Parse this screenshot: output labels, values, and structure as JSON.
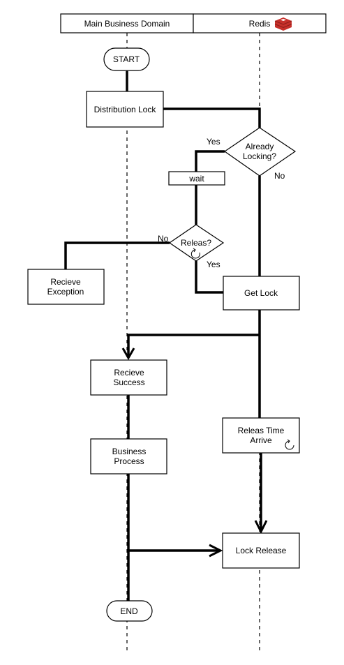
{
  "lanes": {
    "main": "Main Business Domain",
    "redis": "Redis",
    "redis_logo": "redis-logo-icon"
  },
  "nodes": {
    "start": "START",
    "distribution_lock": "Distribution Lock",
    "already_locking_l1": "Already",
    "already_locking_l2": "Locking?",
    "wait": "wait",
    "releas_q": "Releas?",
    "recieve_exception_l1": "Recieve",
    "recieve_exception_l2": "Exception",
    "get_lock": "Get Lock",
    "recieve_success_l1": "Recieve",
    "recieve_success_l2": "Success",
    "business_process_l1": "Business",
    "business_process_l2": "Process",
    "releas_time_l1": "Releas Time",
    "releas_time_l2": "Arrive",
    "lock_release": "Lock Release",
    "end": "END"
  },
  "edge_labels": {
    "yes_already": "Yes",
    "no_already": "No",
    "no_releas": "No",
    "yes_releas": "Yes"
  },
  "icons": {
    "timer": "timer-icon"
  }
}
